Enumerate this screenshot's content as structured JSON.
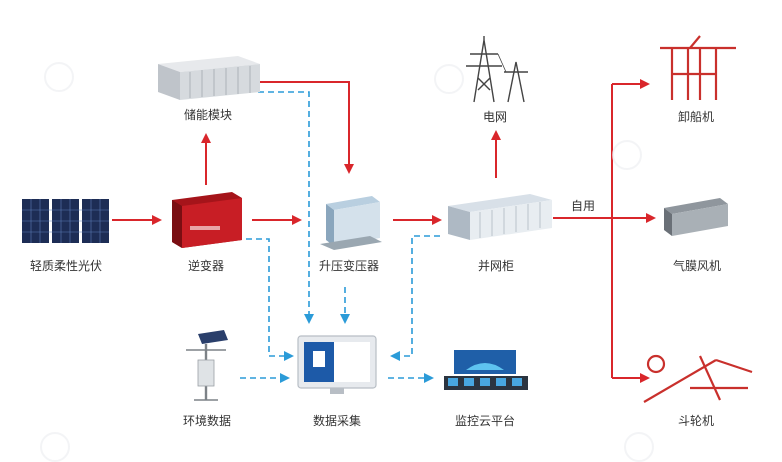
{
  "nodes": {
    "solar": "轻质柔性光伏",
    "inverter": "逆变器",
    "storage": "储能模块",
    "transformer": "升压变压器",
    "grid": "电网",
    "cabinet": "并网柜",
    "ship_unloader": "卸船机",
    "membrane_fan": "气膜风机",
    "bucket_wheel": "斗轮机",
    "env_data": "环境数据",
    "data_acq": "数据采集",
    "monitor": "监控云平台"
  },
  "edge_labels": {
    "self_use": "自用"
  },
  "colors": {
    "power_flow": "#d9262b",
    "data_flow": "#2b9bd8"
  }
}
